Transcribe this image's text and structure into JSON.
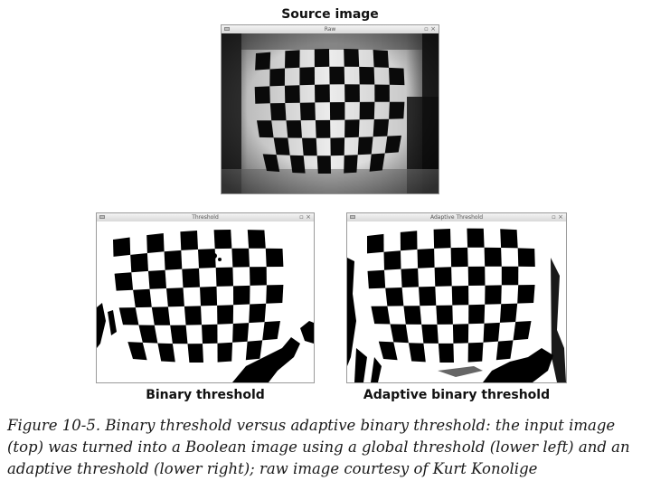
{
  "source": {
    "heading": "Source image",
    "window_title": "Raw",
    "controls": "▫ ×"
  },
  "binary": {
    "heading": "Binary threshold",
    "window_title": "Threshold",
    "controls": "▫ ×"
  },
  "adaptive": {
    "heading": "Adaptive binary threshold",
    "window_title": "Adaptive Threshold",
    "controls": "▫ ×"
  },
  "caption": "Figure 10-5. Binary threshold versus adaptive binary threshold: the input image (top) was turned into a Boolean image using a global threshold (lower left) and an adaptive threshold (lower right); raw image courtesy of Kurt Konolige"
}
